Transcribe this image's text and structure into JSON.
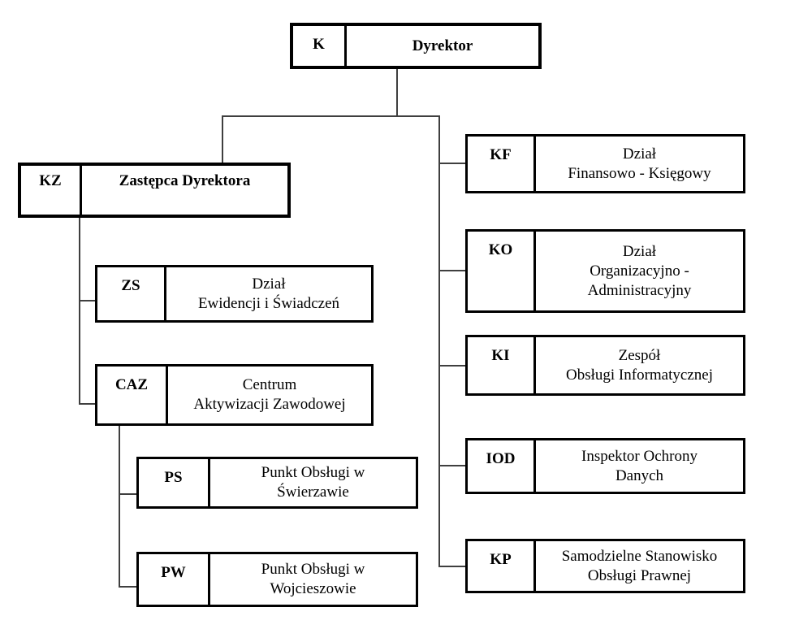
{
  "diagram": {
    "type": "org-chart",
    "language": "pl",
    "colors": {
      "background": "#ffffff",
      "box_border": "#000000",
      "connector_line": "#3f3f3f",
      "text": "#000000"
    },
    "nodes": [
      {
        "code": "K",
        "label": "Dyrektor"
      },
      {
        "code": "KZ",
        "label": "Zastępca Dyrektora"
      },
      {
        "code": "ZS",
        "label": "Dział\nEwidencji i Świadczeń"
      },
      {
        "code": "CAZ",
        "label": "Centrum\nAktywizacji Zawodowej"
      },
      {
        "code": "PS",
        "label": "Punkt Obsługi w\nŚwierzawie"
      },
      {
        "code": "PW",
        "label": "Punkt Obsługi w\nWojcieszowie"
      },
      {
        "code": "KF",
        "label": "Dział\nFinansowo - Księgowy"
      },
      {
        "code": "KO",
        "label": "Dział\nOrganizacyjno -\nAdministracyjny"
      },
      {
        "code": "KI",
        "label": "Zespół\nObsługi Informatycznej"
      },
      {
        "code": "IOD",
        "label": "Inspektor Ochrony\nDanych"
      },
      {
        "code": "KP",
        "label": "Samodzielne Stanowisko\nObsługi Prawnej"
      }
    ],
    "edges": [
      {
        "from": "K",
        "to": "KZ"
      },
      {
        "from": "K",
        "to": "KF"
      },
      {
        "from": "K",
        "to": "KO"
      },
      {
        "from": "K",
        "to": "KI"
      },
      {
        "from": "K",
        "to": "IOD"
      },
      {
        "from": "K",
        "to": "KP"
      },
      {
        "from": "KZ",
        "to": "ZS"
      },
      {
        "from": "KZ",
        "to": "CAZ"
      },
      {
        "from": "CAZ",
        "to": "PS"
      },
      {
        "from": "CAZ",
        "to": "PW"
      }
    ]
  }
}
